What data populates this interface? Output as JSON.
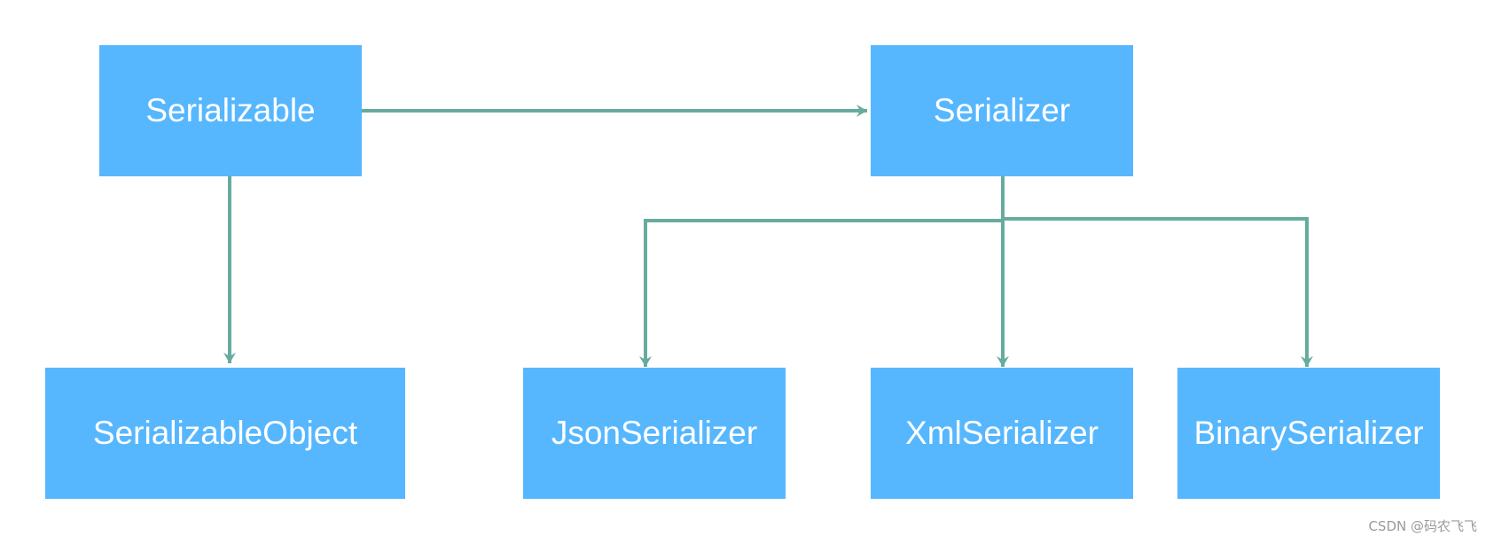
{
  "colors": {
    "node_fill": "#56b7ff",
    "node_text": "#ffffff",
    "edge": "#67ab9f",
    "background": "#ffffff"
  },
  "nodes": {
    "serializable": "Serializable",
    "serializer": "Serializer",
    "serializable_object": "SerializableObject",
    "json_serializer": "JsonSerializer",
    "xml_serializer": "XmlSerializer",
    "binary_serializer": "BinarySerializer"
  },
  "edges": [
    {
      "from": "Serializable",
      "to": "Serializer"
    },
    {
      "from": "Serializable",
      "to": "SerializableObject"
    },
    {
      "from": "Serializer",
      "to": "JsonSerializer"
    },
    {
      "from": "Serializer",
      "to": "XmlSerializer"
    },
    {
      "from": "Serializer",
      "to": "BinarySerializer"
    }
  ],
  "watermark": "CSDN @码农飞飞"
}
